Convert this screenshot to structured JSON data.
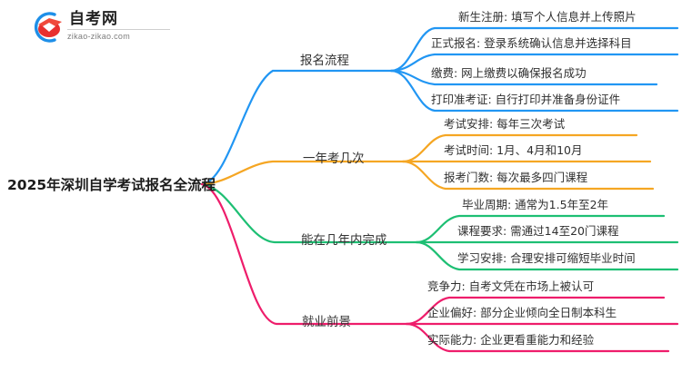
{
  "logo": {
    "name_cn": "自考网",
    "url": "zikao-zikao.com",
    "mark_icon": "graduation-cap-icon",
    "arc_color": "#1E8FE8",
    "cap_color": "#E8302F"
  },
  "mindmap": {
    "root": {
      "label": "2025年深圳自学考试报名全流程"
    },
    "branches": [
      {
        "label": "报名流程",
        "color": "#2196F3",
        "leaves": [
          "新生注册: 填写个人信息并上传照片",
          "正式报名: 登录系统确认信息并选择科目",
          "缴费: 网上缴费以确保报名成功",
          "打印准考证: 自行打印并准备身份证件"
        ]
      },
      {
        "label": "一年考几次",
        "color": "#F5A623",
        "leaves": [
          "考试安排: 每年三次考试",
          "考试时间: 1月、4月和10月",
          "报考门数: 每次最多四门课程"
        ]
      },
      {
        "label": "能在几年内完成",
        "color": "#1DBF73",
        "leaves": [
          "毕业周期: 通常为1.5年至2年",
          "课程要求: 需通过14至20门课程",
          "学习安排: 合理安排可缩短毕业时间"
        ]
      },
      {
        "label": "就业前景",
        "color": "#EE1D6B",
        "leaves": [
          "竞争力: 自考文凭在市场上被认可",
          "企业偏好: 部分企业倾向全日制本科生",
          "实际能力: 企业更看重能力和经验"
        ]
      }
    ]
  }
}
